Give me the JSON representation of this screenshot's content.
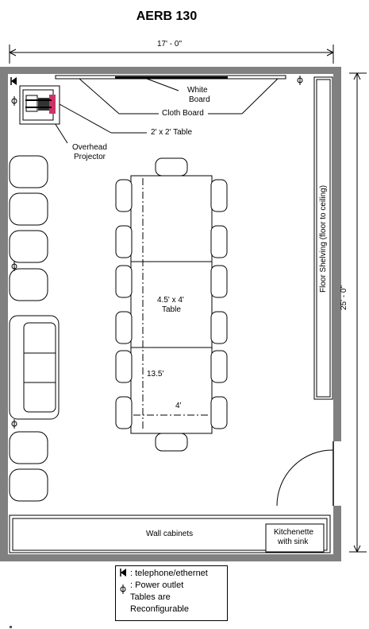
{
  "title": "AERB 130",
  "dims": {
    "width": "17' - 0\"",
    "length": "25' - 0\""
  },
  "labels": {
    "white_board": [
      "White",
      "Board"
    ],
    "cloth_board": "Cloth Board",
    "small_table": "2' x 2' Table",
    "projector": [
      "Overhead",
      "Projector"
    ],
    "shelving": "Floor Shelving (floor to ceiling)",
    "conf_table": [
      "4.5' x 4'",
      "Table"
    ],
    "len_13": "13.5'",
    "len_4": "4'",
    "wall_cabinets": "Wall cabinets",
    "kitchenette": [
      "Kitchenette",
      "with sink"
    ]
  },
  "legend": {
    "phone": ": telephone/ethernet",
    "outlet": ": Power outlet",
    "note1": "Tables are",
    "note2": "Reconfigurable"
  }
}
